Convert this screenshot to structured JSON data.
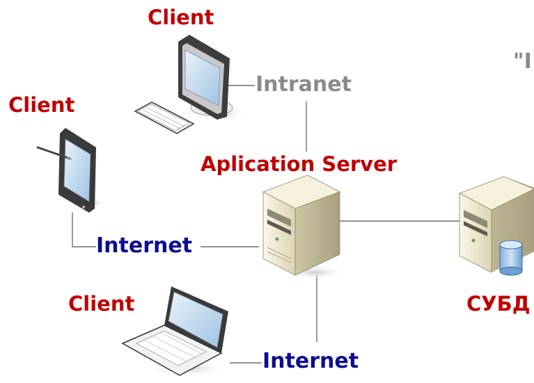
{
  "labels": {
    "client_top": "Client",
    "client_left": "Client",
    "client_bottom": "Client",
    "intranet": "Intranet",
    "app_server": "Aplication Server",
    "internet_left": "Internet",
    "internet_bottom": "Internet",
    "dbms": "СУБД",
    "quote_fragment": "\"I"
  },
  "colors": {
    "client_label": "#c00000",
    "server_label": "#c00000",
    "internet_label": "#0d0d8f",
    "intranet_label": "#8a8a8a",
    "connector": "#6e6e6e"
  },
  "icons": [
    "desktop-computer-icon",
    "keyboard-icon",
    "tablet-icon",
    "stylus-icon",
    "tower-server-icon",
    "database-server-icon",
    "laptop-icon"
  ]
}
